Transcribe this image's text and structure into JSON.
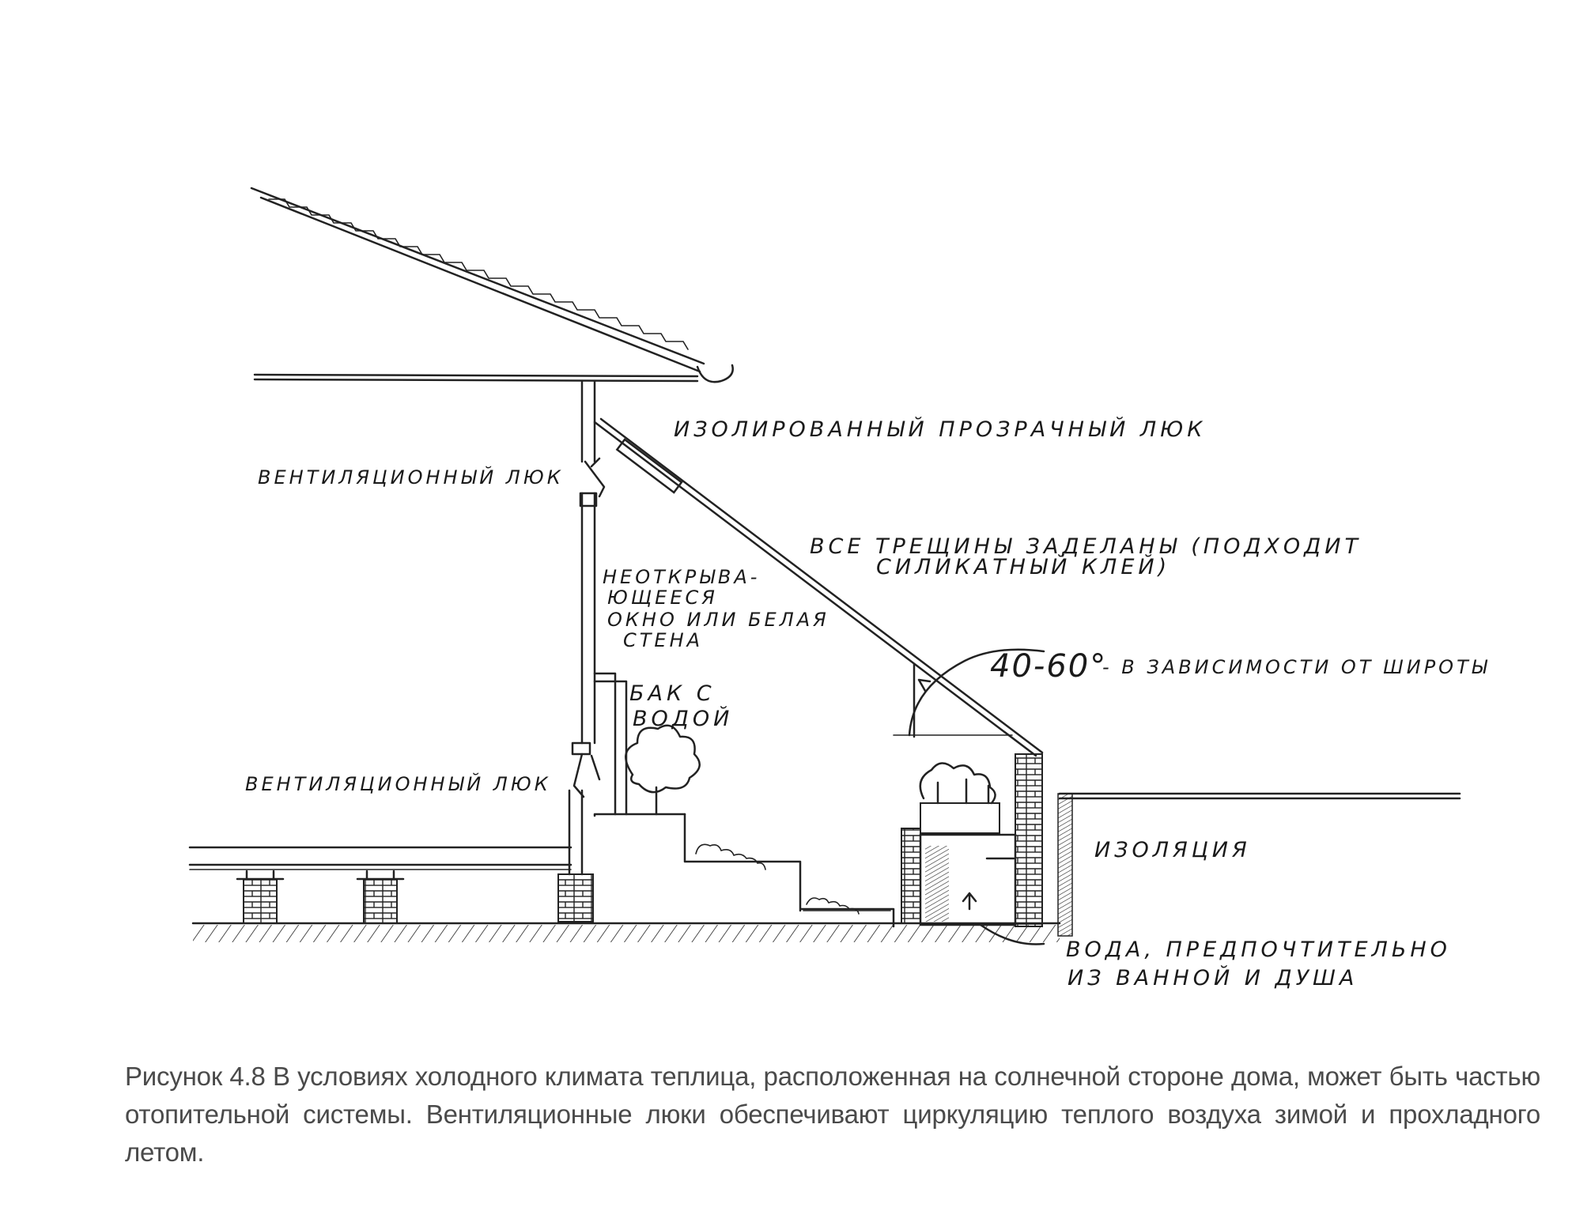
{
  "labels": {
    "insulated_hatch": "ИЗОЛИРОВАННЫЙ   ПРОЗРАЧНЫЙ  ЛЮК",
    "vent_hatch_top": "ВЕНТИЛЯЦИОННЫЙ  ЛЮК",
    "cracks_sealed_line1": "ВСЕ  ТРЕЩИНЫ  ЗАДЕЛАНЫ (ПОДХОДИТ",
    "cracks_sealed_line2": "СИЛИКАТНЫЙ КЛЕЙ)",
    "fixed_window_line1": "НЕОТКРЫВА-",
    "fixed_window_line2": "ЮЩЕЕСЯ",
    "fixed_window_line3": "ОКНО ИЛИ БЕЛАЯ",
    "fixed_window_line4": "СТЕНА",
    "angle_value": "40-60°",
    "angle_note": "- В ЗАВИСИМОСТИ  ОТ ШИРОТЫ",
    "water_tank_line1": "БАК С",
    "water_tank_line2": "ВОДОЙ",
    "vent_hatch_bottom": "ВЕНТИЛЯЦИОННЫЙ  ЛЮК",
    "insulation": "ИЗОЛЯЦИЯ",
    "water_note_line1": "ВОДА, ПРЕДПОЧТИТЕЛЬНО",
    "water_note_line2": "ИЗ  ВАННОЙ  И  ДУША"
  },
  "caption": "Рисунок 4.8 В условиях холодного климата теплица, расположенная на солнечной стороне дома, может быть частью отопительной системы. Вентиляционные люки обеспечивают циркуляцию теплого воздуха зимой и прохладного летом."
}
